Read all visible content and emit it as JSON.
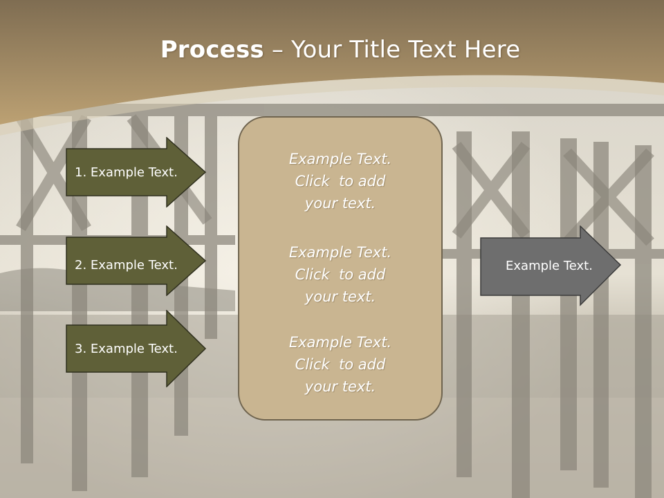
{
  "title": {
    "bold": "Process",
    "rest": " – Your Title Text Here"
  },
  "colors": {
    "banner": "#b59a6e",
    "left_arrow_fill": "#5f6038",
    "right_arrow_fill": "#6e6e6e",
    "center_box_fill": "#c9b591",
    "text": "#ffffff"
  },
  "left_arrows": [
    {
      "label": "1. Example Text."
    },
    {
      "label": "2. Example Text."
    },
    {
      "label": "3. Example Text."
    }
  ],
  "center_box": {
    "paragraphs": [
      {
        "lines": [
          "Example Text.",
          "Click  to add",
          "your text."
        ]
      },
      {
        "lines": [
          "Example Text.",
          "Click  to add",
          "your text."
        ]
      },
      {
        "lines": [
          "Example Text.",
          "Click  to add",
          "your text."
        ]
      }
    ]
  },
  "right_arrow": {
    "label": "Example Text."
  }
}
